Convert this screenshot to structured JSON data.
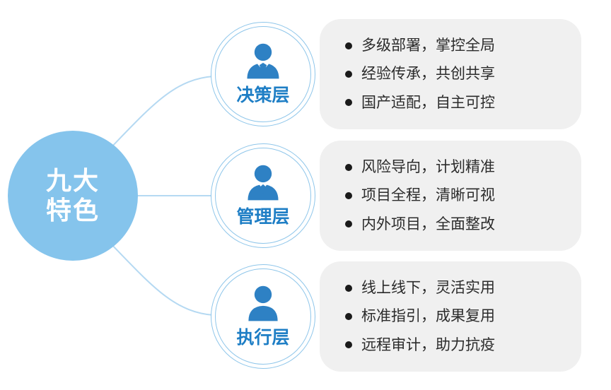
{
  "title": {
    "line1": "九大",
    "line2": "特色"
  },
  "colors": {
    "main_circle": "#85c4ec",
    "ring_blue": "#8fc6ea",
    "icon_blue": "#2e81c4",
    "label_blue": "#1e7ec5",
    "panel_bg": "#f0f0f0",
    "connector": "#b5d9f2",
    "bullet_text": "#2b2b2b"
  },
  "sections": [
    {
      "label": "决策层",
      "icon": "executive-person-icon",
      "bullets": [
        "多级部署，掌控全局",
        "经验传承，共创共享",
        "国产适配，自主可控"
      ]
    },
    {
      "label": "管理层",
      "icon": "manager-person-icon",
      "bullets": [
        "风险导向，计划精准",
        "项目全程，清晰可视",
        "内外项目，全面整改"
      ]
    },
    {
      "label": "执行层",
      "icon": "worker-person-icon",
      "bullets": [
        "线上线下，灵活实用",
        "标准指引，成果复用",
        "远程审计，助力抗疫"
      ]
    }
  ]
}
